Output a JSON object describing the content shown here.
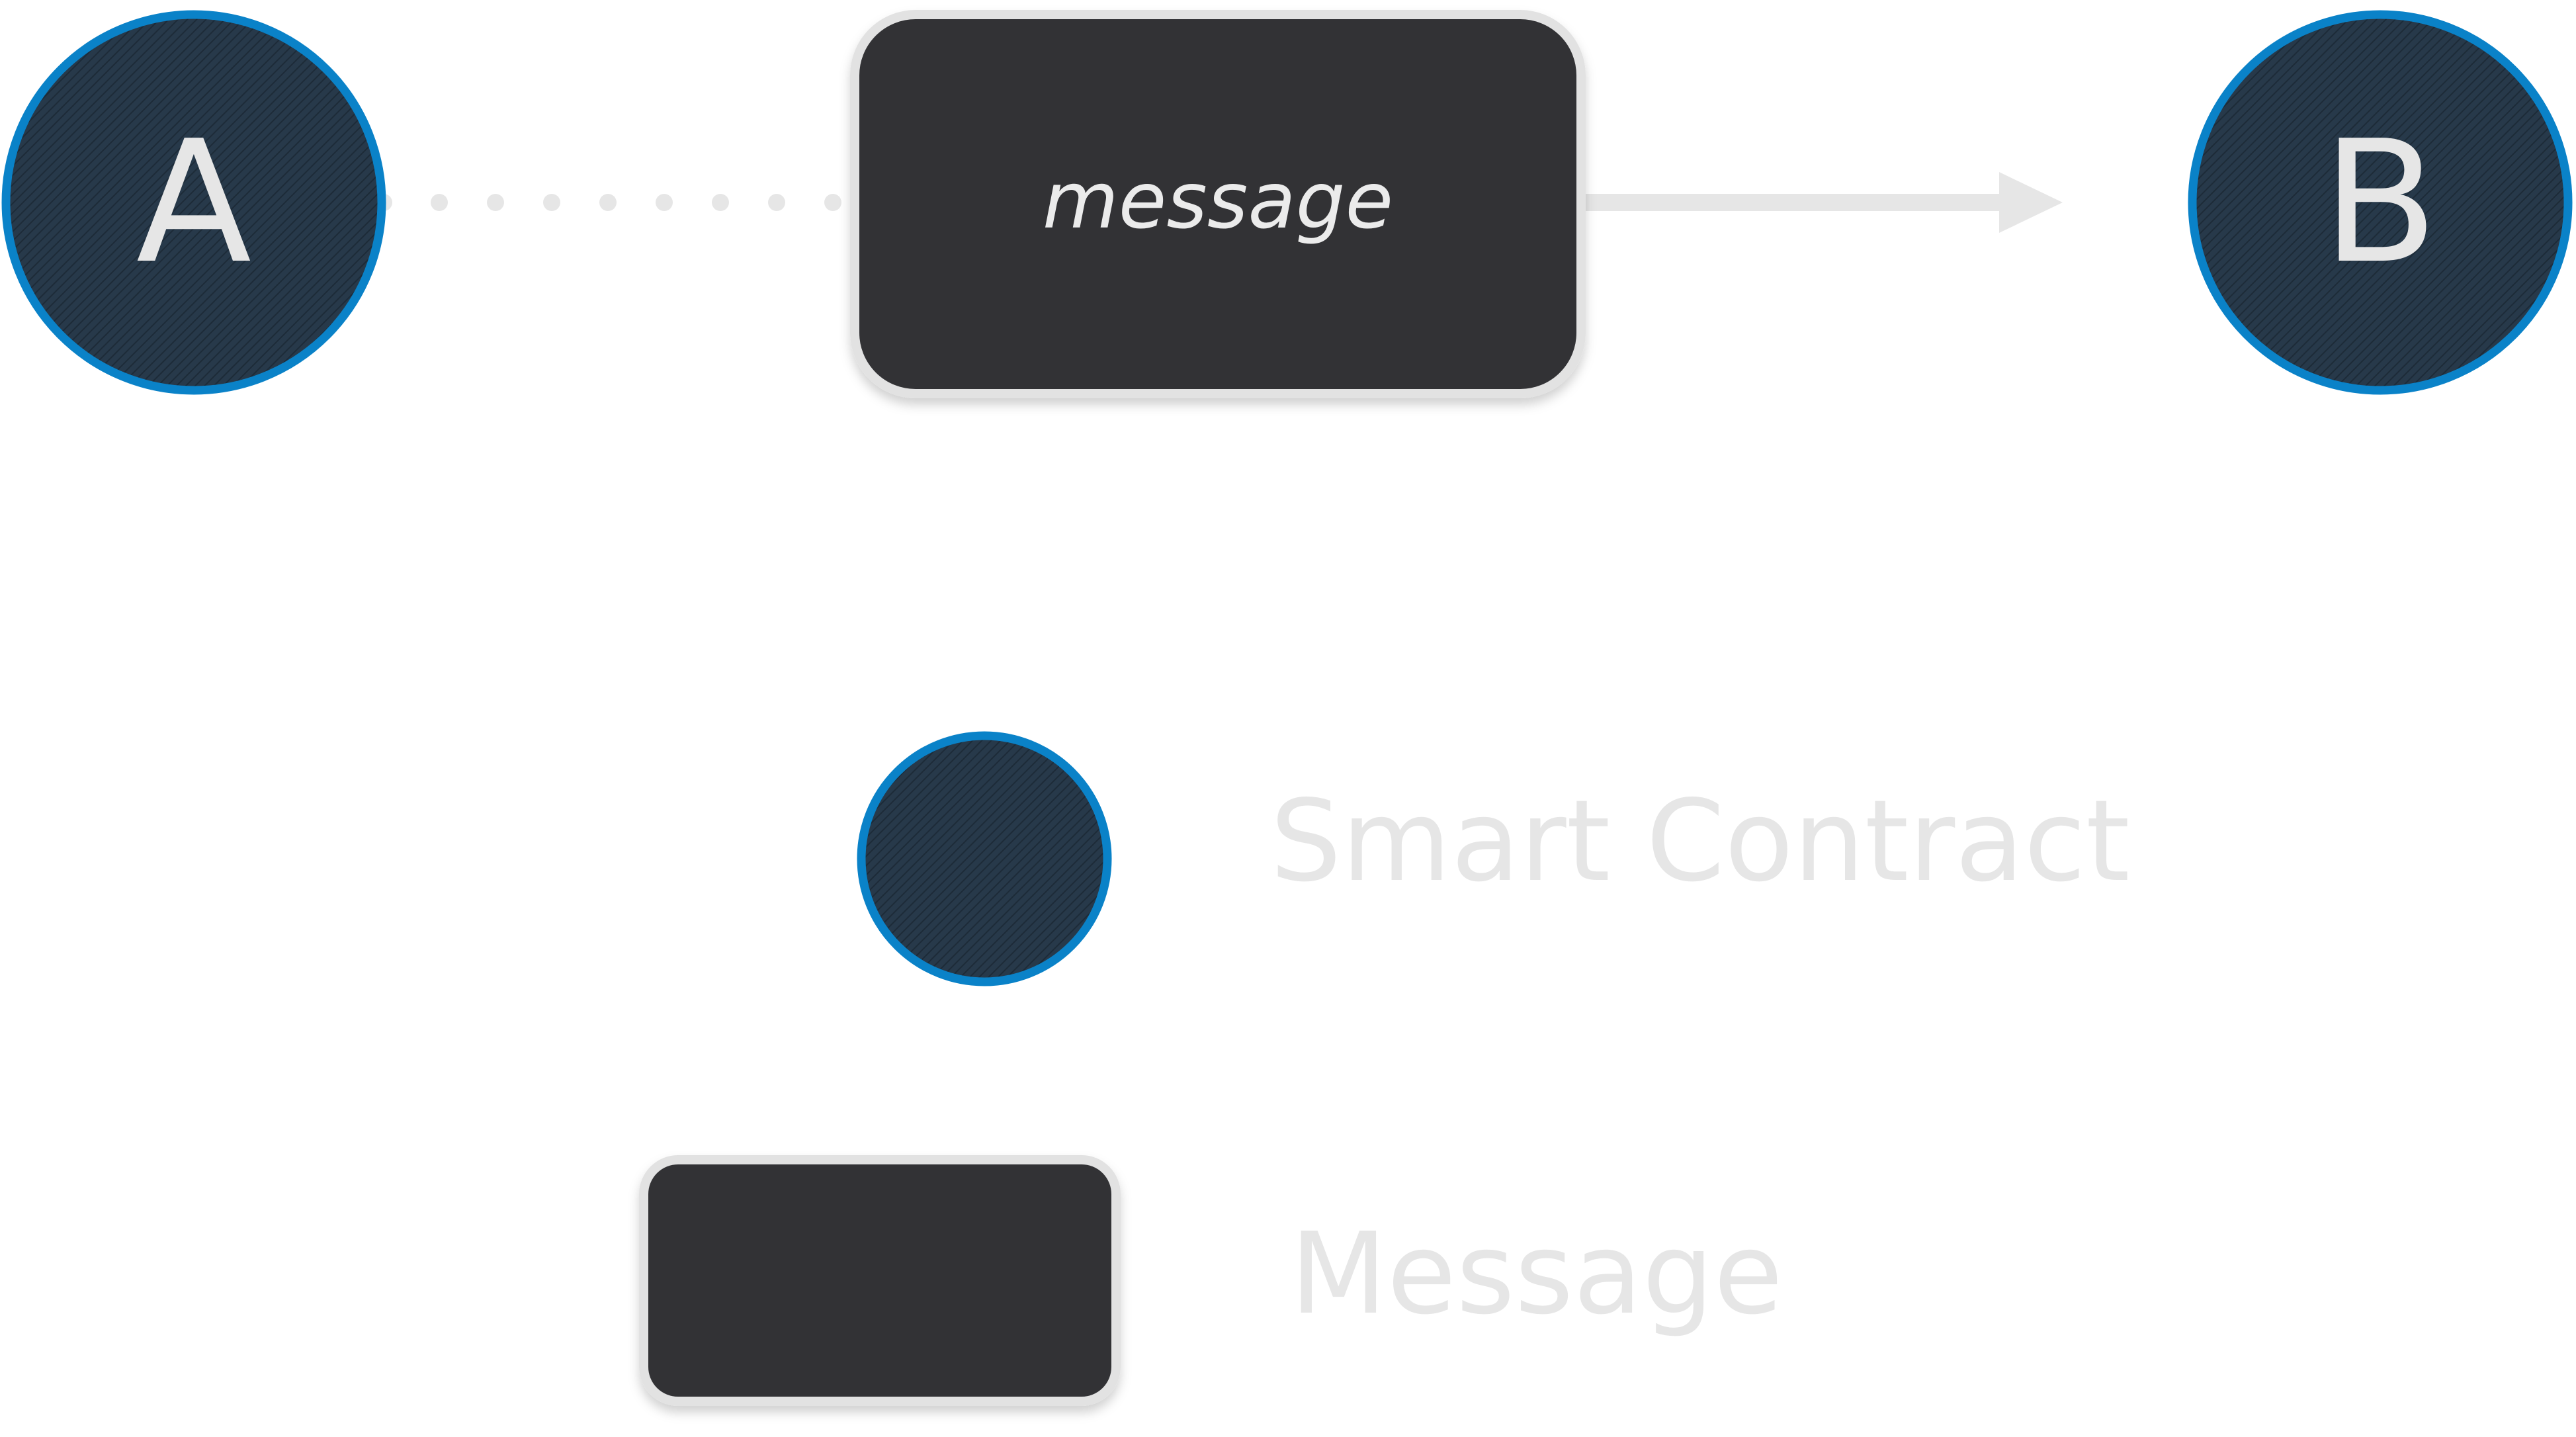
{
  "nodes": {
    "a": {
      "label": "A"
    },
    "b": {
      "label": "B"
    }
  },
  "message": {
    "label": "message"
  },
  "legend": {
    "smart_contract": {
      "label": "Smart Contract"
    },
    "message": {
      "label": "Message"
    }
  },
  "colors": {
    "node_fill": "#263a4a",
    "node_border": "#0a82c8",
    "message_fill": "#323235",
    "message_border": "#e2e2e2",
    "connector": "#e6e6e6",
    "text_light": "#e6e6e6"
  }
}
